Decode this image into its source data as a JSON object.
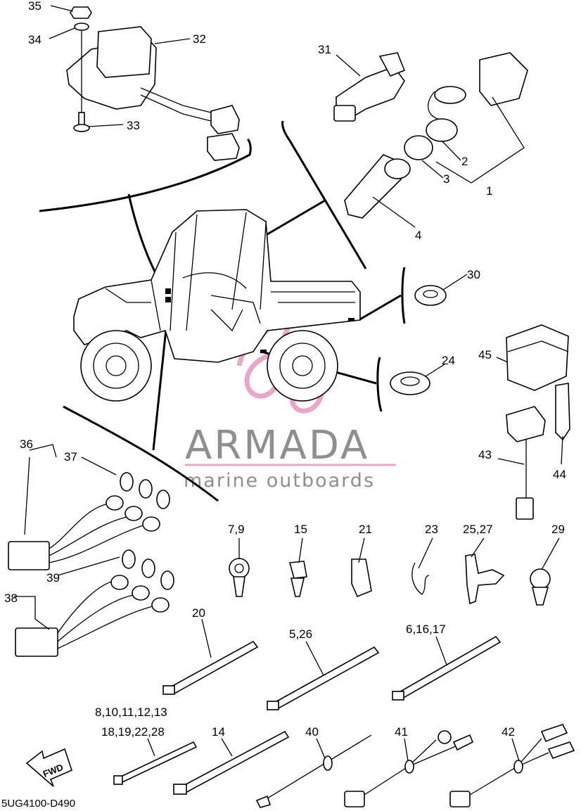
{
  "diagram_ref": "5UG4100-D490",
  "fwd_label": "FWD",
  "watermark": {
    "brand": "ARMADA",
    "tagline": "marine outboards",
    "accent_color": "#e8a6c8",
    "text_color": "#8f8f8f"
  },
  "callouts": {
    "c1": "1",
    "c2": "2",
    "c3": "3",
    "c4": "4",
    "c5_26": "5,26",
    "c6_16_17": "6,16,17",
    "c7_9": "7,9",
    "c8_13": "8,10,11,12,13",
    "c18_28": "18,19,22,28",
    "c14": "14",
    "c15": "15",
    "c20": "20",
    "c21": "21",
    "c23": "23",
    "c24": "24",
    "c25_27": "25,27",
    "c29": "29",
    "c30": "30",
    "c31": "31",
    "c32": "32",
    "c33": "33",
    "c34": "34",
    "c35": "35",
    "c36": "36",
    "c37": "37",
    "c38": "38",
    "c39": "39",
    "c40": "40",
    "c41": "41",
    "c42": "42",
    "c43": "43",
    "c44": "44",
    "c45": "45"
  }
}
